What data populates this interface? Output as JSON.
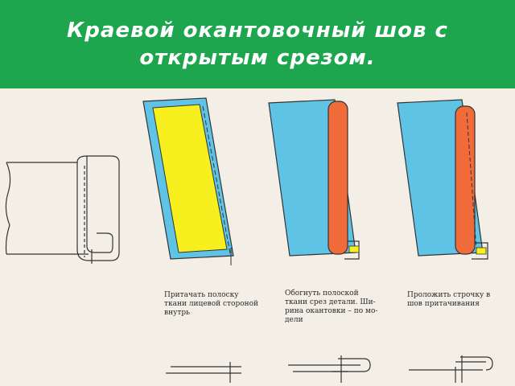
{
  "title": "Краевой окантовочный шов с\nоткрытым срезом.",
  "colors": {
    "title_bar": "#1ea64f",
    "paper": "#f3efe6",
    "fabric_blue": "#5fc3e6",
    "fabric_yellow": "#f7ef1e",
    "binding_orange": "#f06a3a"
  },
  "steps": [
    {
      "caption": "Притачать полоску\nткани лицевой стороной\nвнутрь"
    },
    {
      "caption": "Обогнуть полоской\nткани срез детали. Ши-\nрина окантовки – по мо-\nдели"
    },
    {
      "caption": "Проложить строчку в\nшов притачивания"
    }
  ]
}
